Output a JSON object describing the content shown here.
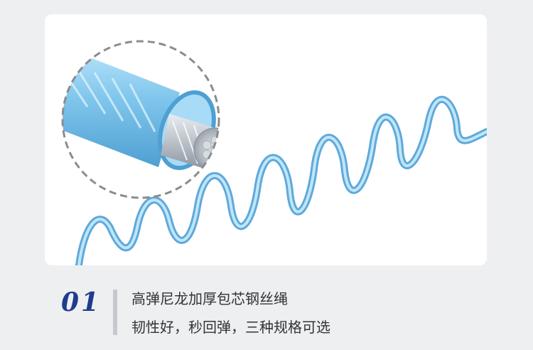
{
  "feature": {
    "number": "01",
    "line1": "高弹尼龙加厚包芯钢丝绳",
    "line2": "韧性好，秒回弹，三种规格可选"
  },
  "colors": {
    "background": "#eeeff1",
    "panel": "#ffffff",
    "accent": "#1f3c8c",
    "cable": "#7cc4ea"
  }
}
